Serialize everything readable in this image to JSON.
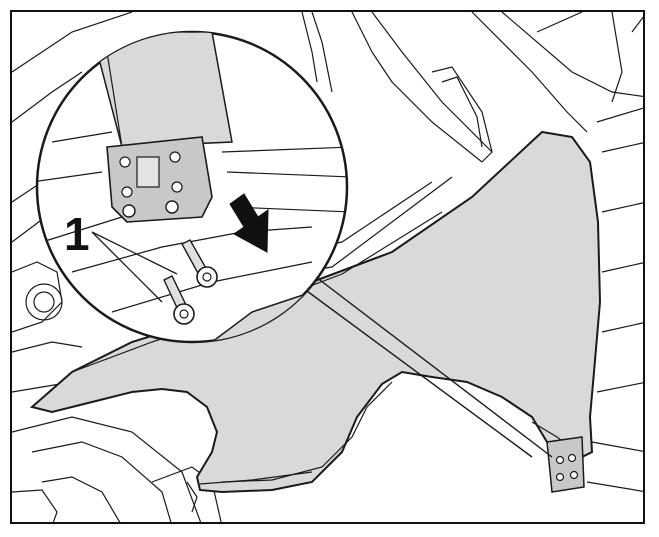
{
  "diagram": {
    "callout_label": "1",
    "colors": {
      "fender_fill": "#d9d9d9",
      "line": "#1a1a1a",
      "background": "#ffffff",
      "arrow": "#111111"
    },
    "icons": [
      "fender-panel",
      "screw",
      "mounting-bracket",
      "direction-arrow",
      "magnifier-circle"
    ]
  }
}
